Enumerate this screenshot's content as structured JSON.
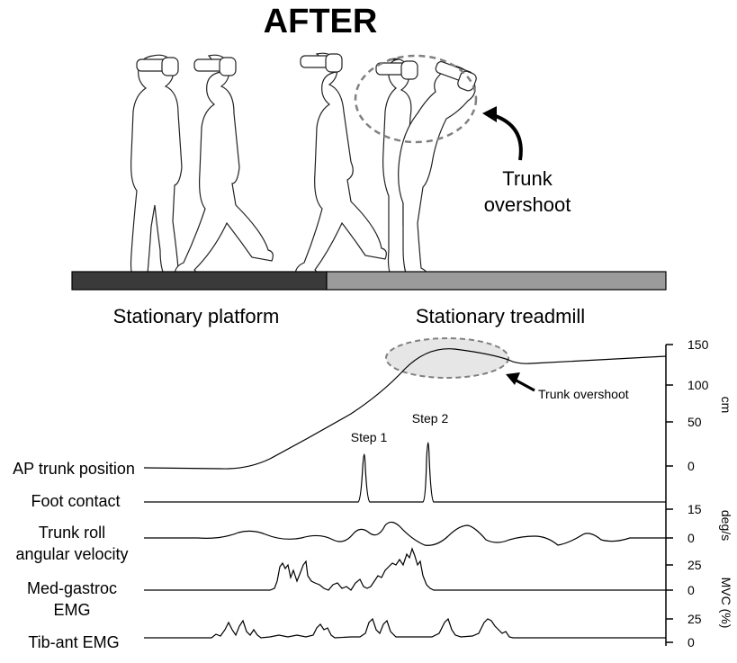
{
  "title": "AFTER",
  "scene": {
    "annotation": [
      "Trunk",
      "overshoot"
    ],
    "platform_label": "Stationary platform",
    "treadmill_label": "Stationary treadmill"
  },
  "plot": {
    "overshoot_label": "Trunk overshoot",
    "step_labels": [
      "Step 1",
      "Step 2"
    ],
    "traces": [
      {
        "name": "AP trunk position",
        "label_lines": [
          "AP trunk position"
        ]
      },
      {
        "name": "Foot contact",
        "label_lines": [
          "Foot contact"
        ]
      },
      {
        "name": "Trunk roll angular velocity",
        "label_lines": [
          "Trunk roll",
          "angular velocity"
        ]
      },
      {
        "name": "Med-gastroc EMG",
        "label_lines": [
          "Med-gastroc",
          "EMG"
        ]
      },
      {
        "name": "Tib-ant EMG",
        "label_lines": [
          "Tib-ant EMG"
        ]
      }
    ],
    "ticks": {
      "position": [
        "150",
        "100",
        "50",
        "0"
      ],
      "velocity": [
        "15",
        "0"
      ],
      "med_gastroc": [
        "25",
        "0"
      ],
      "tib_ant": [
        "25",
        "0"
      ]
    },
    "units": {
      "position": "cm",
      "velocity": "deg/s",
      "emg": "MVC (%)"
    }
  },
  "colors": {
    "platform": "#3a3a3a",
    "treadmill": "#9b9b9b",
    "highlight_fill": "#e6e6e6",
    "highlight_stroke": "#808080"
  }
}
